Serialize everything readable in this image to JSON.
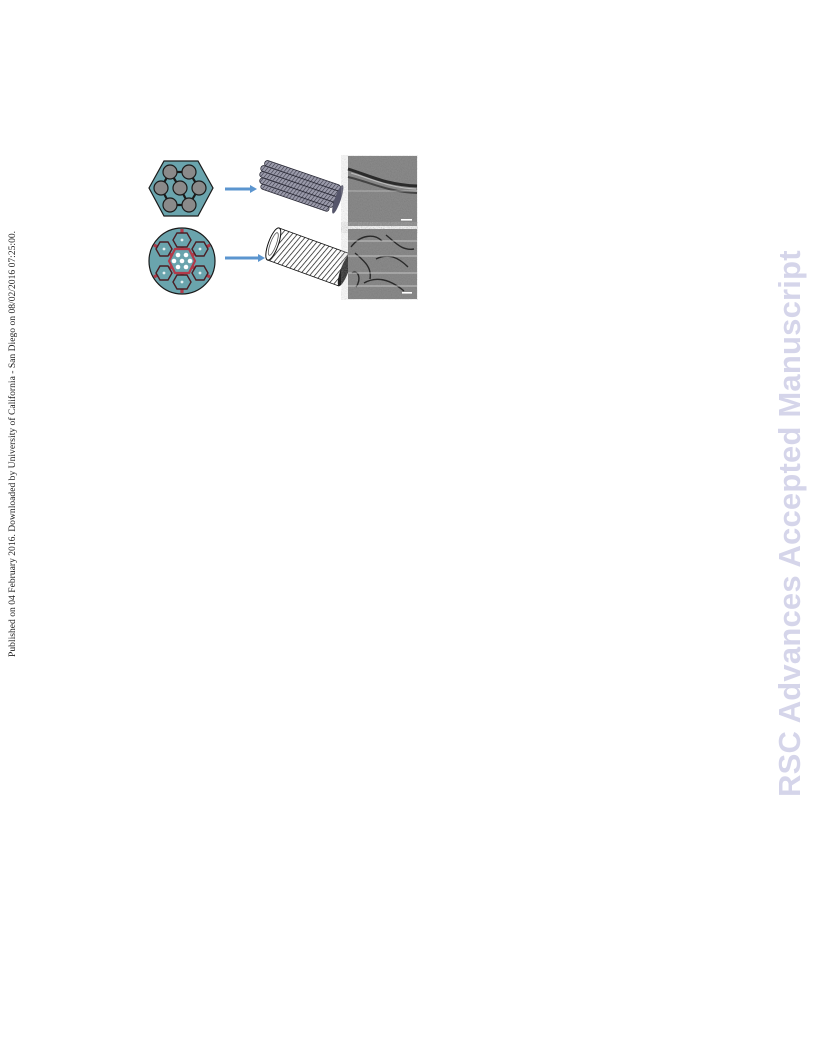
{
  "side_note": "Published on 04 February 2016. Downloaded by University of California - San Diego on 08/02/2016 07:25:00.",
  "watermark": "RSC Advances Accepted Manuscript",
  "colors": {
    "teal": "#6aa4ad",
    "pore_gray": "#8a8a8a",
    "arrow_blue": "#5b95cf",
    "accent_red": "#b13a4a",
    "micrograph_gray": "#8d8d8d"
  },
  "figure_rows": [
    {
      "cross_section": "hexagonal-mesoporous-cross-section",
      "product": "nanorod-bundle",
      "micrograph": "tem-micrograph"
    },
    {
      "cross_section": "circular-hierarchical-cross-section",
      "product": "hollow-nanotube",
      "micrograph": "tem-micrograph"
    }
  ]
}
